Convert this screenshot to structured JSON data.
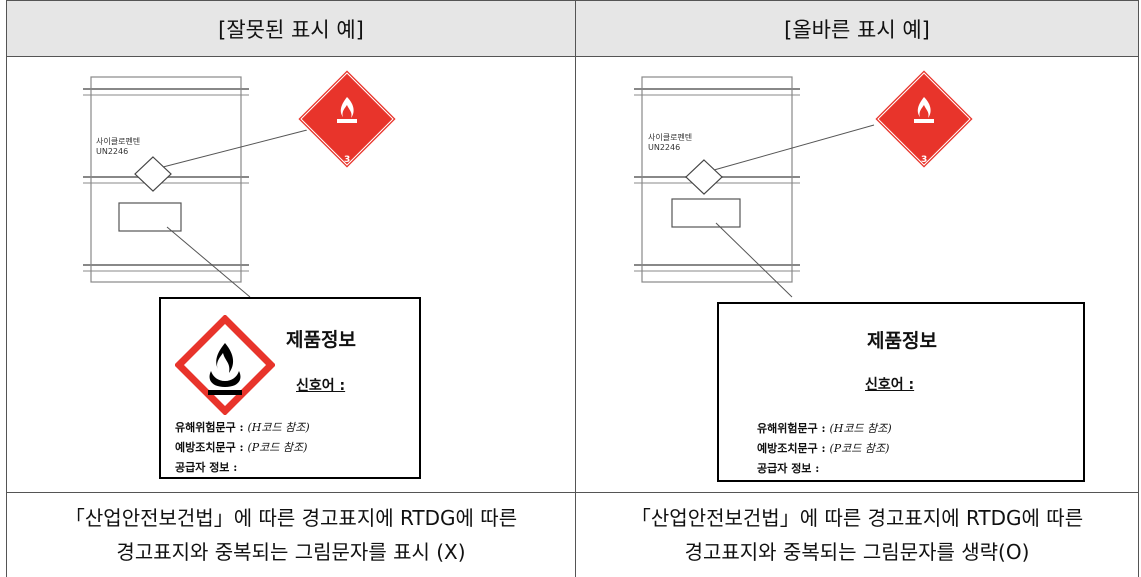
{
  "headers": {
    "left": "[잘못된 표시 예]",
    "right": "[올바른 표시 예]"
  },
  "drum": {
    "name": "사이클로펜텐",
    "un": "UN2246"
  },
  "un_placard": {
    "class_number": "3",
    "color": "#e8342b",
    "icon": "flame-icon"
  },
  "info_box": {
    "title": "제품정보",
    "signal_word": "신호어 :",
    "hazard_label": "유해위험문구 :",
    "hazard_ref": "(H코드 참조)",
    "precaution_label": "예방조치문구 :",
    "precaution_ref": "(P코드 참조)",
    "supplier": "공급자 정보 :"
  },
  "ghs_pictogram": {
    "icon": "flame-icon",
    "border_color": "#e8342b"
  },
  "captions": {
    "left_line1": "「산업안전보건법」에 따른 경고표지에 RTDG에 따른",
    "left_line2": "경고표지와 중복되는 그림문자를 표시 (X)",
    "right_line1": "「산업안전보건법」에 따른 경고표지에 RTDG에 따른",
    "right_line2": "경고표지와 중복되는 그림문자를 생략(O)"
  }
}
